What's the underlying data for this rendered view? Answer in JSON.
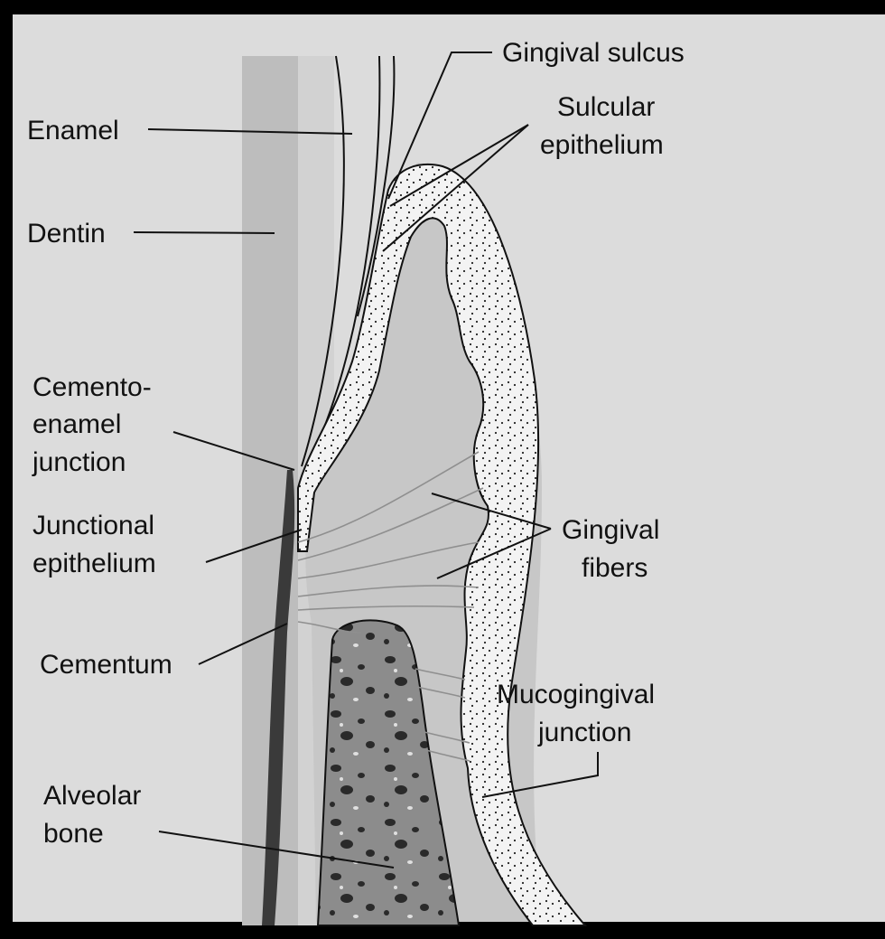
{
  "figure": {
    "labels": {
      "gingival_sulcus": "Gingival sulcus",
      "sulcular_epithelium_line1": "Sulcular",
      "sulcular_epithelium_line2": "epithelium",
      "enamel": "Enamel",
      "dentin": "Dentin",
      "cej_line1": "Cemento-",
      "cej_line2": "enamel",
      "cej_line3": "junction",
      "junctional_line1": "Junctional",
      "junctional_line2": "epithelium",
      "gingival_fibers_line1": "Gingival",
      "gingival_fibers_line2": "fibers",
      "cementum": "Cementum",
      "mucogingival_line1": "Mucogingival",
      "mucogingival_line2": "junction",
      "alveolar_line1": "Alveolar",
      "alveolar_line2": "bone"
    },
    "colors": {
      "frame": "#000000",
      "paper": "#dcdcdc",
      "dentin": "#bdbdbd",
      "cementum": "#3a3a3a",
      "epithelium": "#f2f2f2",
      "connective_tissue": "#c9c9c9",
      "bone": "#8a8a8a",
      "outline": "#111111"
    }
  }
}
